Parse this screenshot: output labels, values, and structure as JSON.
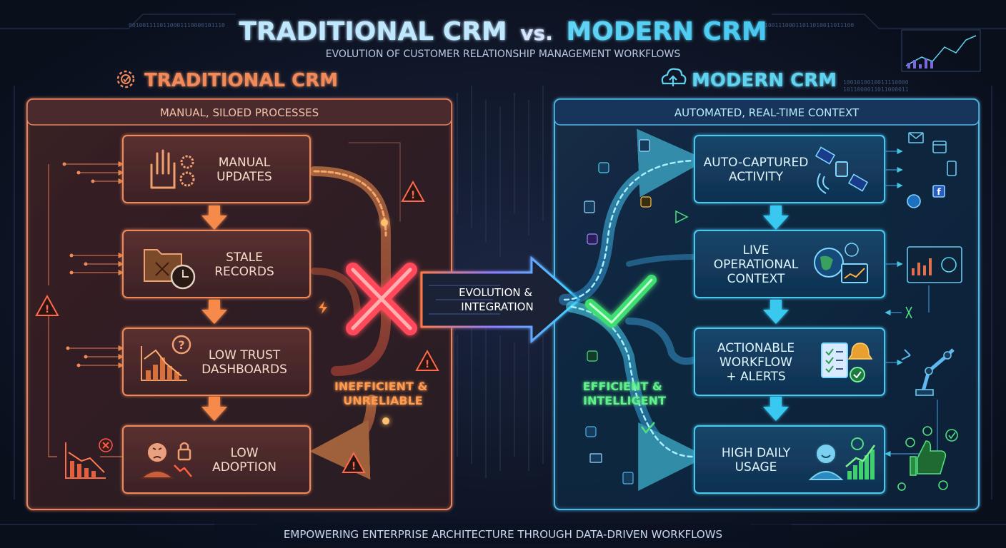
{
  "title": {
    "part1": "TRADITIONAL CRM",
    "vs": "vs.",
    "part2": "MODERN CRM"
  },
  "subtitle": "EVOLUTION OF CUSTOMER RELATIONSHIP MANAGEMENT WORKFLOWS",
  "footer": "EMPOWERING ENTERPRISE ARCHITECTURE THROUGH DATA-DRIVEN WORKFLOWS",
  "colors": {
    "traditional": "#f0885a",
    "modern": "#5fd3f0",
    "bad": "#ff5a5a",
    "good": "#46e07a",
    "accent": "#ff9a3c"
  },
  "traditional": {
    "heading": "TRADITIONAL CRM",
    "panel_label": "MANUAL, SILOED PROCESSES",
    "steps": [
      {
        "lines": [
          "MANUAL",
          "UPDATES"
        ],
        "icon": "raised-hand-gears-icon"
      },
      {
        "lines": [
          "STALE",
          "RECORDS"
        ],
        "icon": "folder-clock-icon"
      },
      {
        "lines": [
          "LOW TRUST",
          "DASHBOARDS"
        ],
        "icon": "broken-chart-icon"
      },
      {
        "lines": [
          "LOW",
          "ADOPTION"
        ],
        "icon": "frustrated-user-icon"
      }
    ],
    "verdict": [
      "INEFFICIENT &",
      "UNRELIABLE"
    ]
  },
  "center": {
    "label": [
      "EVOLUTION &",
      "INTEGRATION"
    ]
  },
  "modern": {
    "heading": "MODERN CRM",
    "panel_label": "AUTOMATED, REAL-TIME CONTEXT",
    "steps": [
      {
        "lines": [
          "AUTO-CAPTURED",
          "ACTIVITY"
        ],
        "icon": "satellite-icon"
      },
      {
        "lines": [
          "LIVE",
          "OPERATIONAL",
          "CONTEXT"
        ],
        "icon": "globe-analytics-icon"
      },
      {
        "lines": [
          "ACTIONABLE",
          "WORKFLOW",
          "+ ALERTS"
        ],
        "icon": "checklist-bell-icon"
      },
      {
        "lines": [
          "HIGH DAILY",
          "USAGE"
        ],
        "icon": "happy-user-chart-icon"
      }
    ],
    "verdict": [
      "EFFICIENT &",
      "INTELLIGENT"
    ]
  }
}
